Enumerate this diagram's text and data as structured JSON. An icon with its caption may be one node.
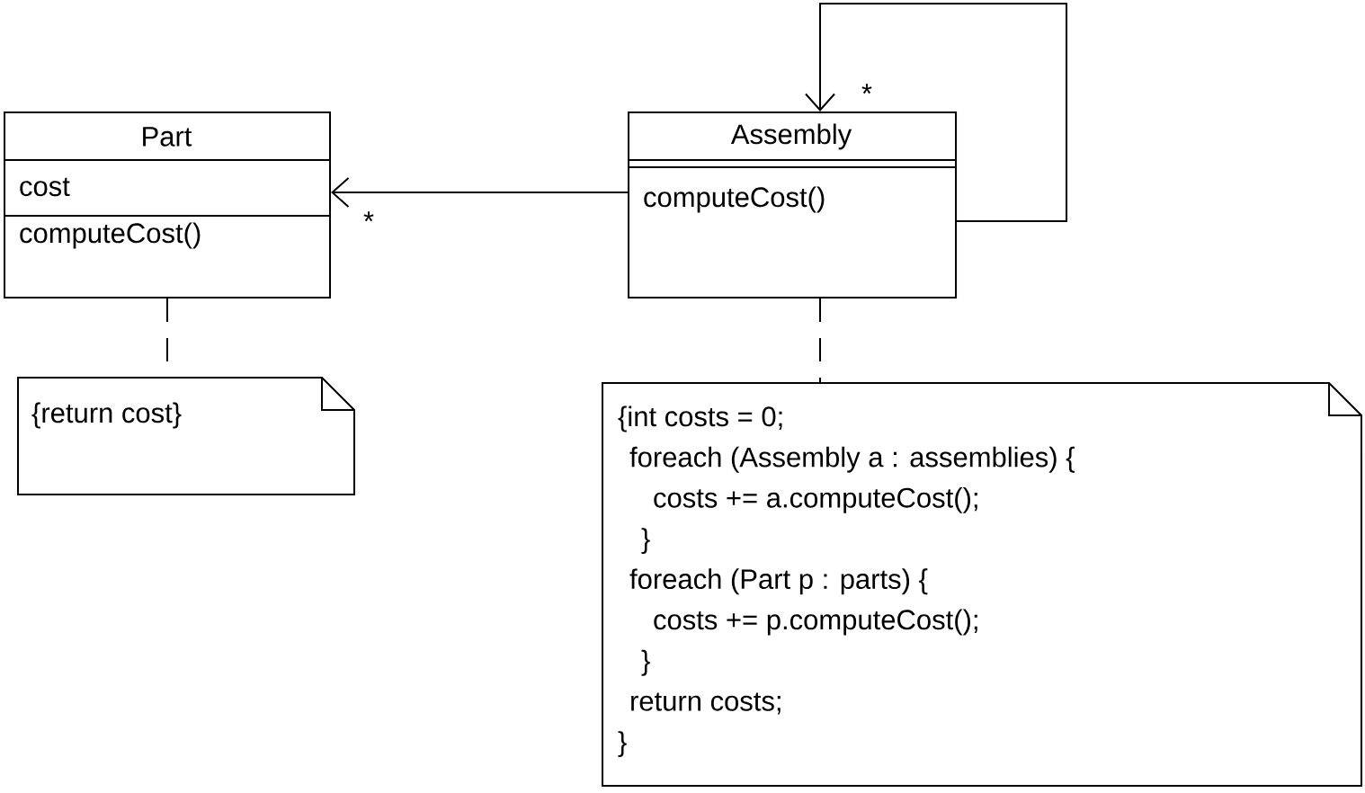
{
  "diagram": {
    "nodes": [
      {
        "text": [
          "Part",
          "cost",
          "computeCost()"
        ]
      },
      {
        "text": [
          "Assembly",
          "computeCost()"
        ]
      },
      {
        "text": [
          "{return cost}"
        ]
      },
      {
        "text": [
          "{int costs = 0;",
          "foreach (Assembly a : assemblies) {",
          "costs += a.computeCost();",
          "}",
          "foreach (Part p : parts) {",
          "costs += p.computeCost();",
          "}",
          "return costs;",
          "}"
        ]
      }
    ],
    "edges": [
      {
        "from": 1,
        "to": 0,
        "arrow": "to",
        "label": "*"
      },
      {
        "from": 1,
        "to": 1,
        "arrow": "to",
        "label": "*"
      },
      {
        "from": 0,
        "to": 2,
        "arrow": "none",
        "style": "dashed"
      },
      {
        "from": 1,
        "to": 3,
        "arrow": "none",
        "style": "dashed"
      }
    ]
  }
}
